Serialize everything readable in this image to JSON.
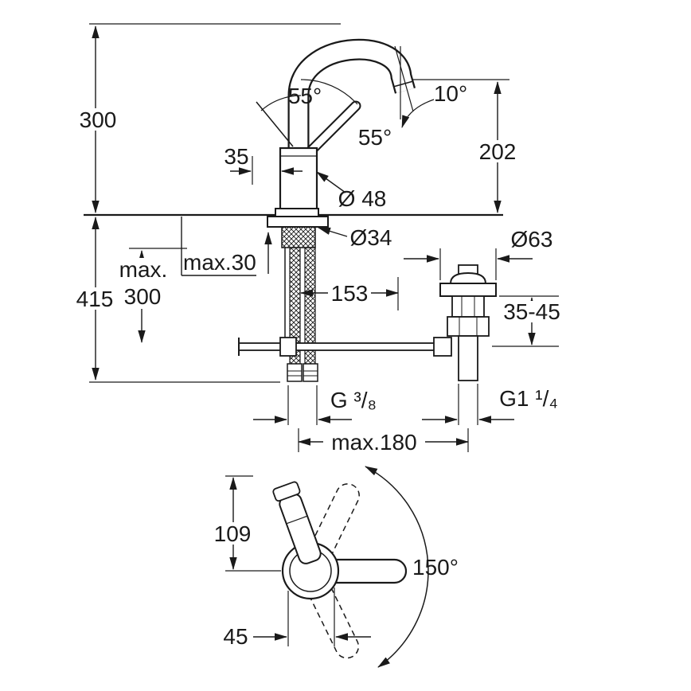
{
  "drawing": {
    "colors": {
      "line": "#1a1a1a",
      "background": "#ffffff"
    },
    "labels": {
      "height_above_deck": "300",
      "height_below_deck": "415",
      "max_word": "max.",
      "max_value": "300",
      "max_thickness": "max.30",
      "handle_offset": "35",
      "swivel_left": "55°",
      "swivel_right": "55°",
      "spout_angle": "10°",
      "spout_height": "202",
      "body_diameter": "Ø 48",
      "hole_diameter": "Ø34",
      "spout_reach": "153",
      "drain_flange_diameter": "Ø63",
      "drain_depth_range": "35-45",
      "supply_thread": "G ³/₈",
      "drain_thread": "G1 ¹/₄",
      "max_spread": "max.180",
      "top_depth": "109",
      "handle_swivel_range": "150°",
      "base_offset": "45"
    }
  }
}
